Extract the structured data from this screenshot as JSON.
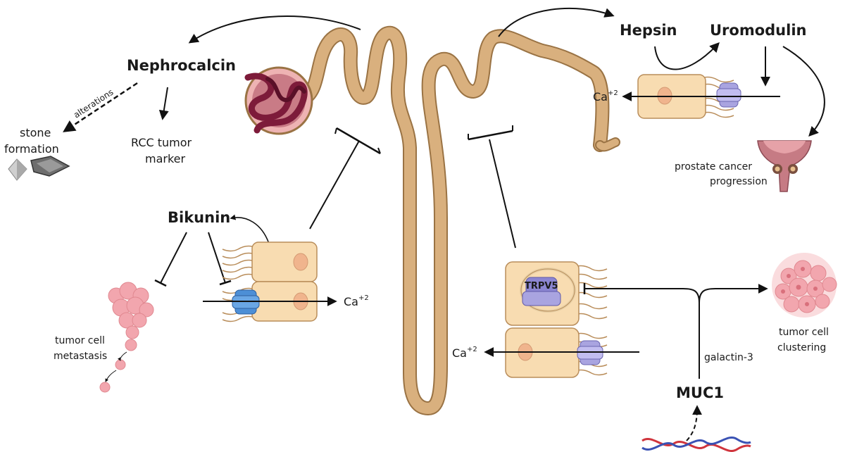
{
  "labels": {
    "nephrocalcin": "Nephrocalcin",
    "alterations": "alterations",
    "stone_1": "stone",
    "stone_2": "formation",
    "rcc_1": "RCC tumor",
    "rcc_2": "marker",
    "hepsin": "Hepsin",
    "uromodulin": "Uromodulin",
    "ca_top": "Ca",
    "ca_top_sup": "+2",
    "prostate_1": "prostate cancer",
    "prostate_2": "progression",
    "bikunin": "Bikunin",
    "ca_left": "Ca",
    "ca_left_sup": "+2",
    "metastasis_1": "tumor cell",
    "metastasis_2": "metastasis",
    "trpv5": "TRPV5",
    "ca_bottom": "Ca",
    "ca_bottom_sup": "+2",
    "galectin": "galactin-3",
    "muc1": "MUC1",
    "clustering_1": "tumor cell",
    "clustering_2": "clustering"
  },
  "colors": {
    "tubule": "#d9b07e",
    "tubule_edge": "#9a7344",
    "cell": "#f8dcb1",
    "cell_edge": "#b98d5a",
    "nucleus": "#f0b48d",
    "channel_purple": "#a9a4e0",
    "channel_blue": "#4d8fd6",
    "glomerulus": "#7d1b3a",
    "tumor": "#f2a6ae",
    "prostate": "#c67b84",
    "dna_red": "#d0343c",
    "dna_blue": "#3a52b4"
  }
}
